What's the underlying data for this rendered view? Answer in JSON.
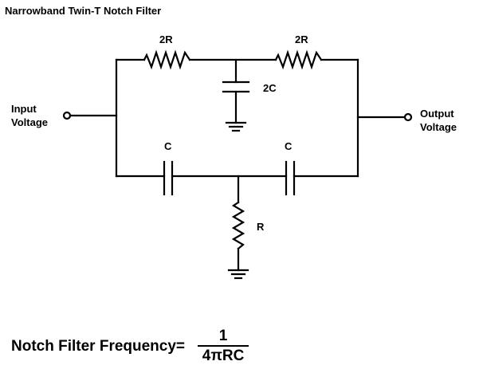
{
  "title": "Narrowband Twin-T Notch Filter",
  "components": {
    "top_left_resistor": "2R",
    "top_right_resistor": "2R",
    "shunt_capacitor": "2C",
    "bottom_left_capacitor": "C",
    "bottom_right_capacitor": "C",
    "shunt_resistor": "R"
  },
  "input_label": [
    "Input",
    "Voltage"
  ],
  "output_label": [
    "Output",
    "Voltage"
  ],
  "formula": {
    "label": "Notch Filter Frequency=",
    "numerator": "1",
    "denominator": "4πRC"
  },
  "colors": {
    "ink": "#000000",
    "background": "#ffffff"
  }
}
